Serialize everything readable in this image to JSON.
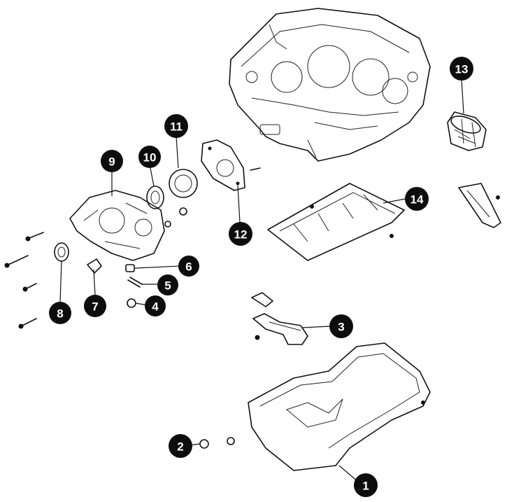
{
  "callouts": [
    {
      "id": "1",
      "label": "1"
    },
    {
      "id": "2",
      "label": "2"
    },
    {
      "id": "3",
      "label": "3"
    },
    {
      "id": "4",
      "label": "4"
    },
    {
      "id": "5",
      "label": "5"
    },
    {
      "id": "6",
      "label": "6"
    },
    {
      "id": "7",
      "label": "7"
    },
    {
      "id": "8",
      "label": "8"
    },
    {
      "id": "9",
      "label": "9"
    },
    {
      "id": "10",
      "label": "10"
    },
    {
      "id": "11",
      "label": "11"
    },
    {
      "id": "12",
      "label": "12"
    },
    {
      "id": "13",
      "label": "13"
    },
    {
      "id": "14",
      "label": "14"
    }
  ],
  "colors": {
    "ink": "#111111",
    "paper": "#ffffff"
  }
}
